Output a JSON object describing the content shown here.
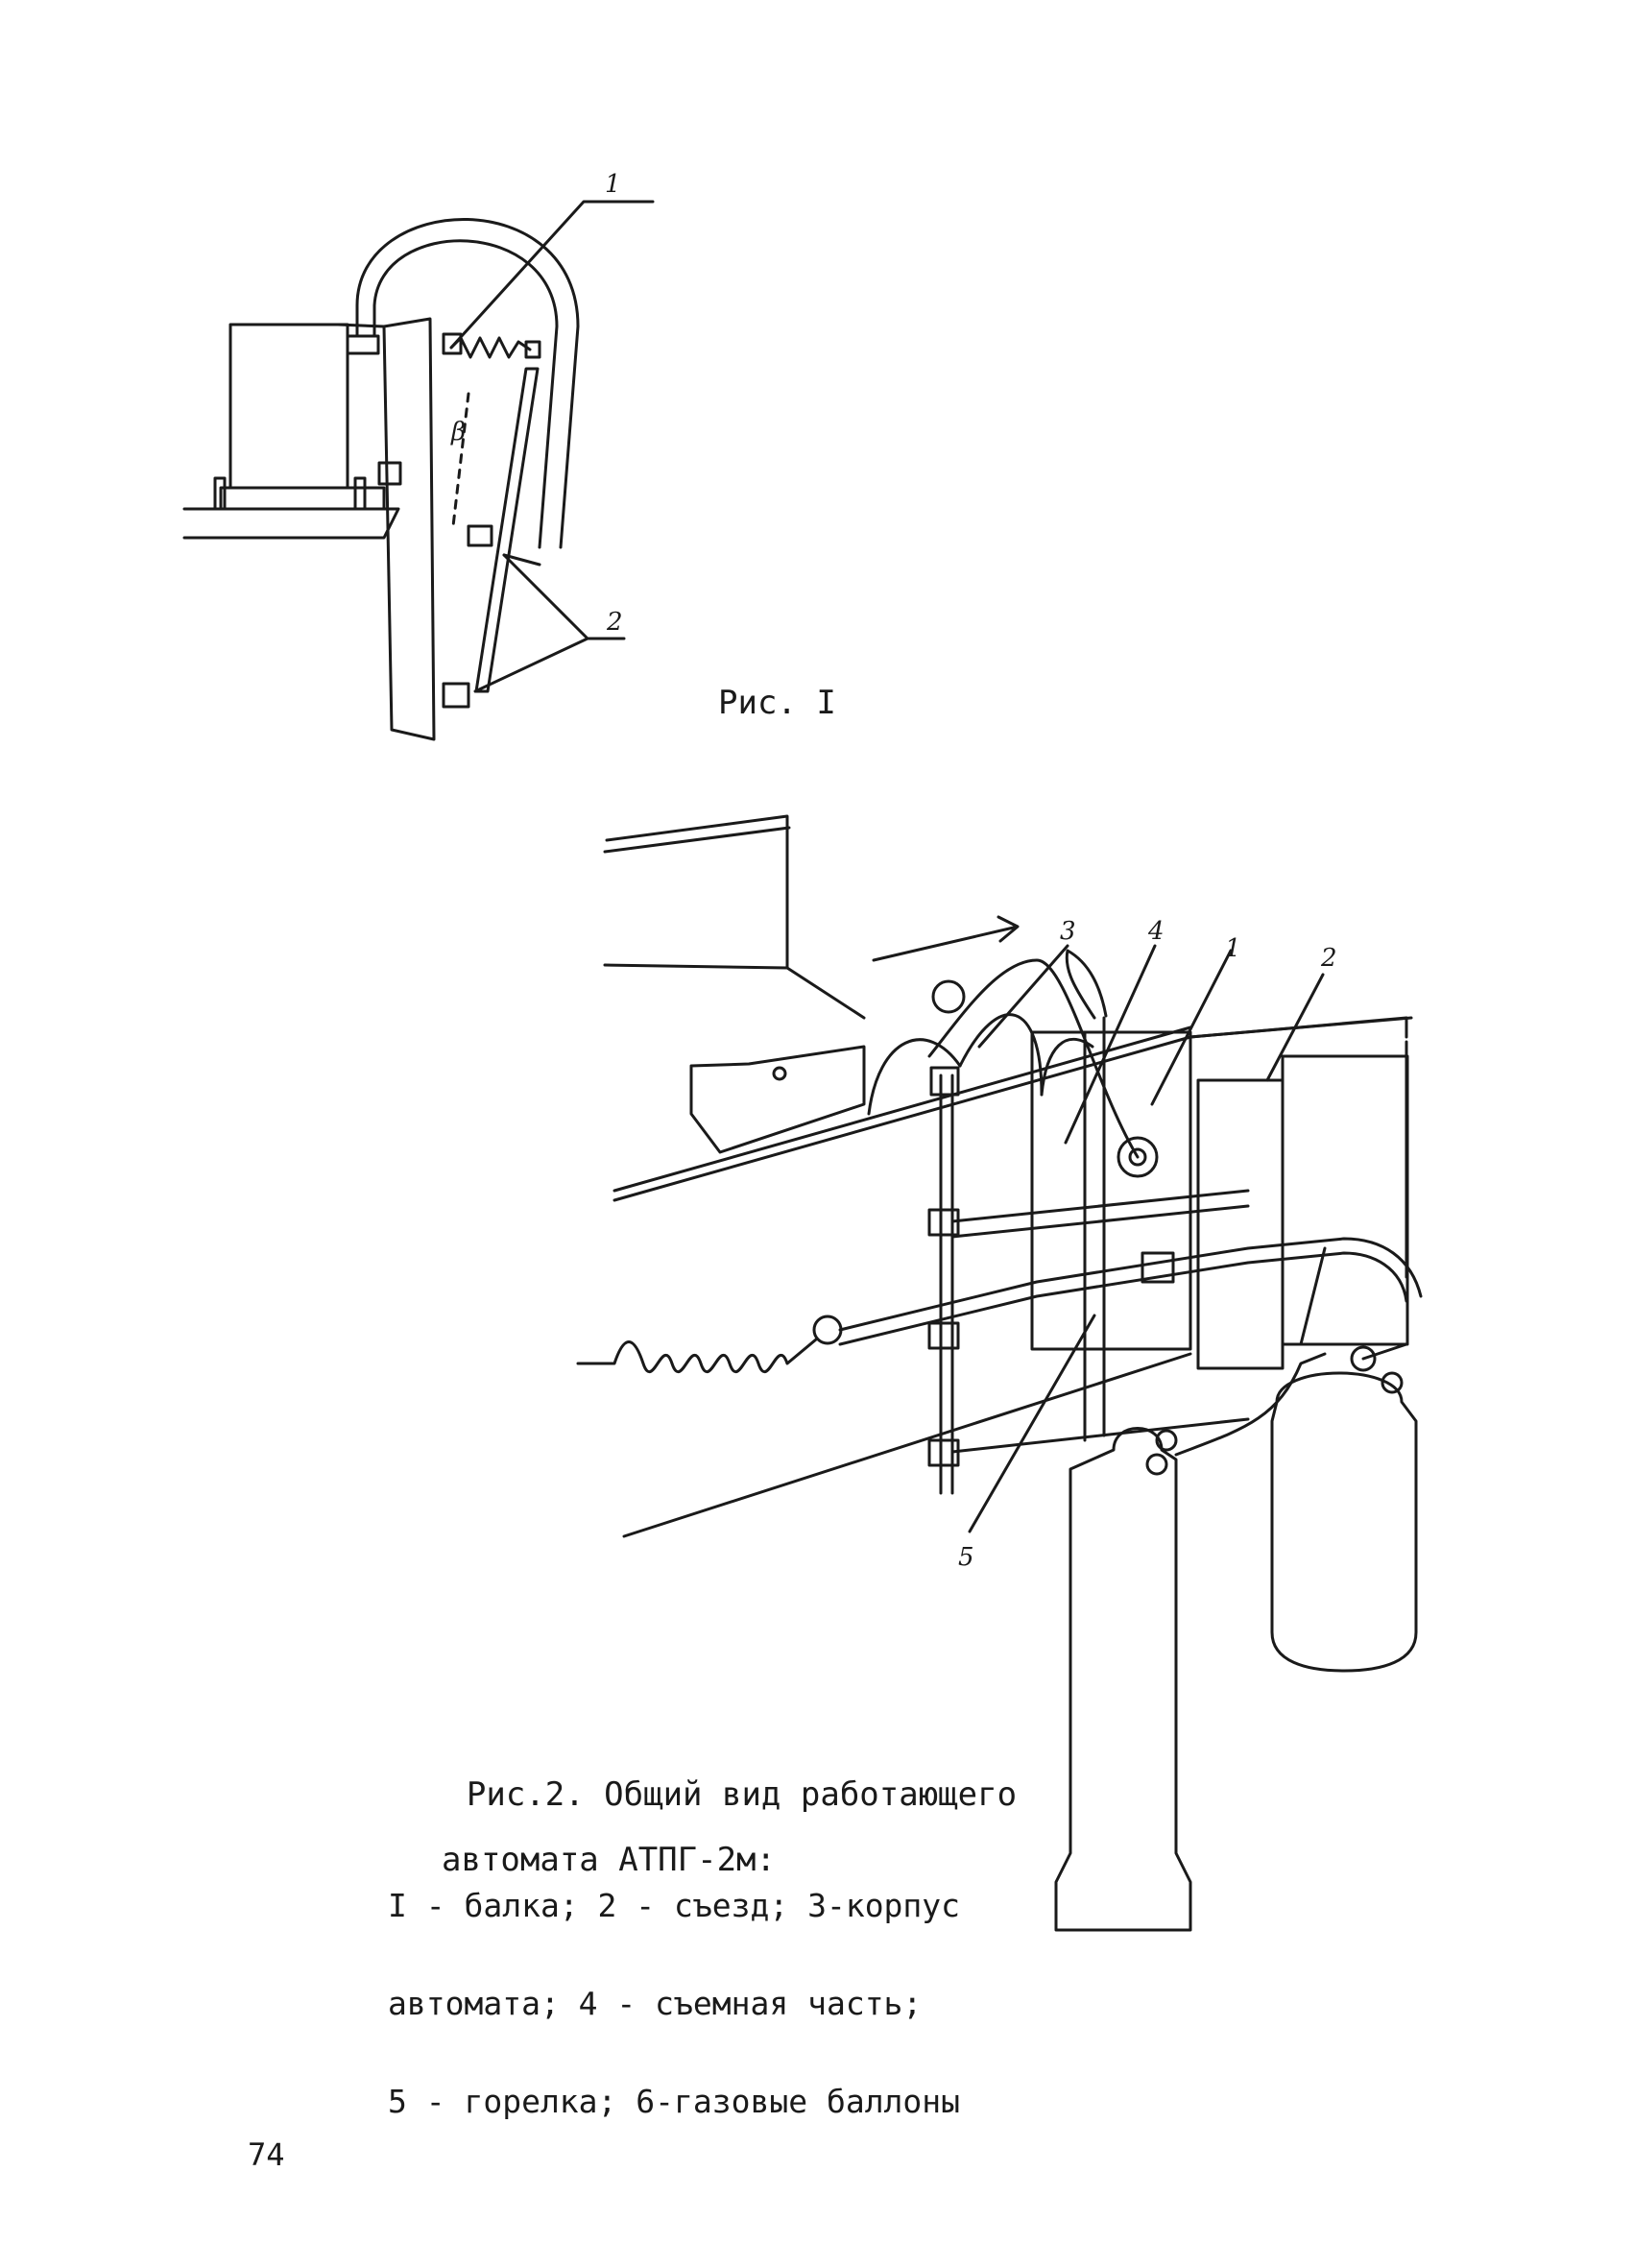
{
  "figure1": {
    "caption": "Рис. I",
    "labels": {
      "l1": "1",
      "l2": "2",
      "angle": "β"
    }
  },
  "figure2": {
    "title_line1": "Рис.2. Общий вид работающего",
    "title_line2": "автомата АТПГ-2м:",
    "legend": [
      "I - балка; 2 - съезд; 3-корпус",
      "автомата; 4 - съемная часть;",
      "5 - горелка; 6-газовые баллоны"
    ],
    "labels": {
      "l1": "1",
      "l2": "2",
      "l3": "3",
      "l4": "4",
      "l5": "5"
    }
  },
  "page_number": "74"
}
